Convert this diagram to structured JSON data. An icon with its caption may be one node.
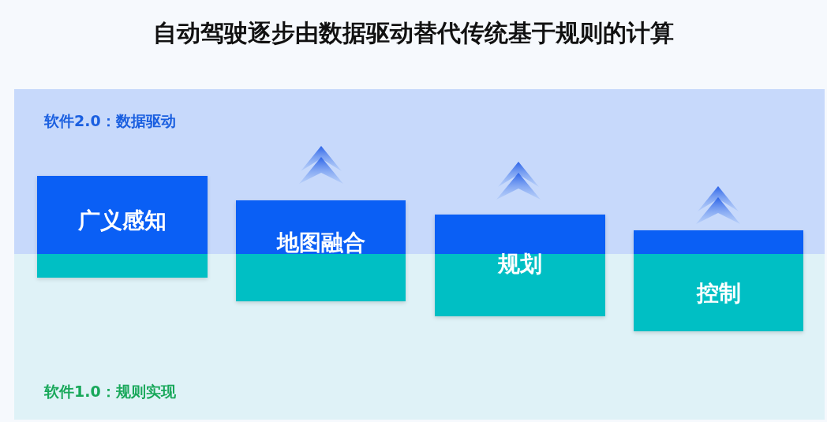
{
  "diagram": {
    "title": "自动驾驶逐步由数据驱动替代传统基于规则的计算",
    "nodes": [
      {
        "text": [
          "软件2.0：数据驱动"
        ]
      },
      {
        "text": [
          "软件1.0：规则实现"
        ]
      },
      {
        "text": [
          "广义感知"
        ]
      },
      {
        "text": [
          "地图融合"
        ]
      },
      {
        "text": [
          "规划"
        ]
      },
      {
        "text": [
          "控制"
        ]
      }
    ]
  }
}
